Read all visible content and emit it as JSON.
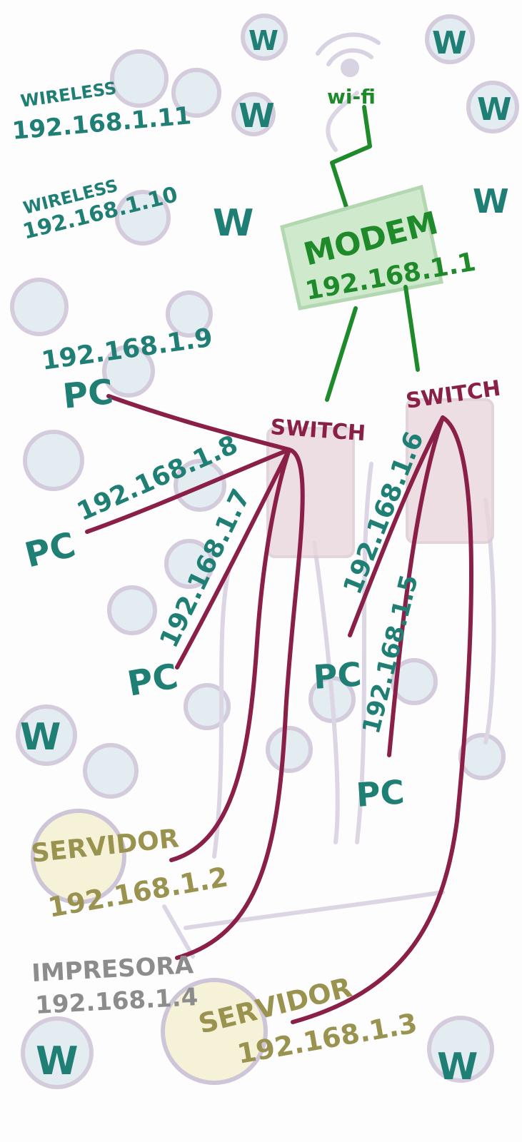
{
  "colors": {
    "teal": "#1f7f74",
    "green": "#1e8a2a",
    "maroon": "#8a1f48",
    "olive": "#9a9350",
    "grey": "#8c8c8c",
    "modem_fill": "#cfe9cc",
    "bubble": "#dde8ef",
    "bubble_ring": "#cbbfd6"
  },
  "wifi": {
    "label": "wi-fi"
  },
  "modem": {
    "title": "MODEM",
    "ip": "192.168.1.1"
  },
  "switch_left": {
    "label": "SWITCH"
  },
  "switch_right": {
    "label": "SWITCH"
  },
  "wireless": [
    {
      "label": "WIRELESS",
      "ip": "192.168.1.11"
    },
    {
      "label": "WIRELESS",
      "ip": "192.168.1.10"
    }
  ],
  "pcs": [
    {
      "ip": "192.168.1.9",
      "label": "PC"
    },
    {
      "ip": "192.168.1.8",
      "label": "PC"
    },
    {
      "ip": "192.168.1.7",
      "label": "PC"
    },
    {
      "ip": "192.168.1.6",
      "label": "PC"
    },
    {
      "ip": "192.168.1.5",
      "label": "PC"
    }
  ],
  "servers": [
    {
      "label": "SERVIDOR",
      "ip": "192.168.1.2"
    },
    {
      "label": "SERVIDOR",
      "ip": "192.168.1.3"
    }
  ],
  "printer": {
    "label": "IMPRESORA",
    "ip": "192.168.1.4"
  },
  "w_marker": "W"
}
